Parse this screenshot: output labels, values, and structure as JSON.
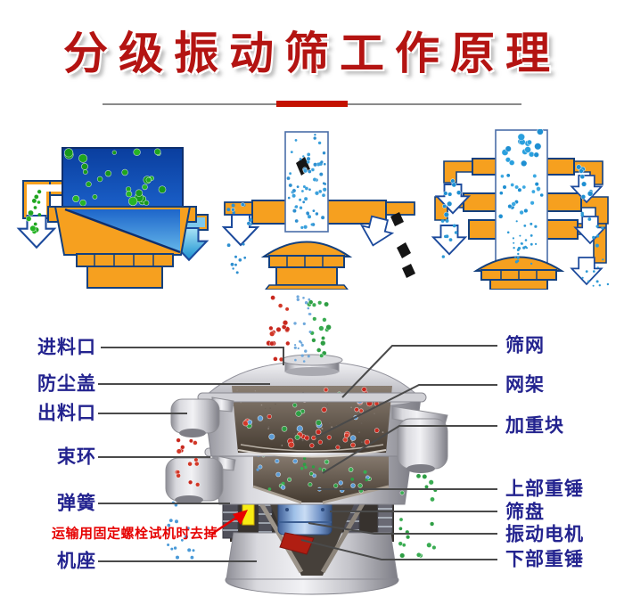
{
  "title": "分级振动筛工作原理",
  "colors": {
    "title_red": "#B41412",
    "divider_red": "#C41200",
    "label_navy": "#23238F",
    "annotation_red": "#E60000",
    "machine_orange": "#F6A01F",
    "tank_blue": "#0C49B0",
    "particle_red": "#C8281E",
    "particle_green": "#2E9E44",
    "particle_blue": "#5B9BD5",
    "motor_blue": "#9FC0E8",
    "bolt_yellow": "#F7EC13"
  },
  "top_illustrations": [
    {
      "name": "single-deck-liquid-solid-separation-icon"
    },
    {
      "name": "impurity-removal-sieving-icon"
    },
    {
      "name": "multi-deck-particle-grading-icon"
    }
  ],
  "labels": {
    "left": [
      "进料口",
      "防尘盖",
      "出料口",
      "束环",
      "弹簧",
      "机座"
    ],
    "right": [
      "筛网",
      "网架",
      "加重块",
      "上部重锤",
      "筛盘",
      "振动电机",
      "下部重锤"
    ],
    "annotation": "运输用固定螺栓试机时去掉"
  }
}
